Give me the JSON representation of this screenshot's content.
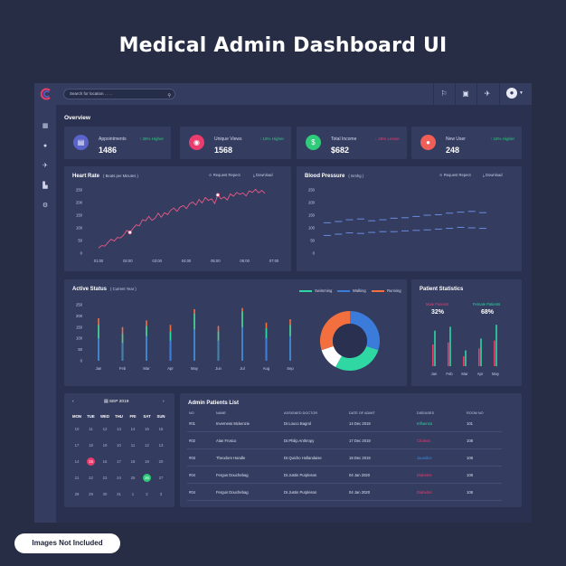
{
  "hero_title": "Medical Admin Dashboard UI",
  "badge": "Images Not Included",
  "search": {
    "placeholder": "Search for location . . . ."
  },
  "topbar_icons": [
    "runner-icon",
    "briefcase-icon",
    "running-icon",
    "user-avatar-icon"
  ],
  "sidebar_icons": [
    "dashboard-icon",
    "user-icon",
    "plane-icon",
    "hospital-icon",
    "gear-icon"
  ],
  "overview_label": "Overview",
  "stats": [
    {
      "label": "Appointments",
      "value": "1486",
      "trend": "35% Higher",
      "trend_dir": "up",
      "color": "#5a63c9",
      "icon": "calendar-icon"
    },
    {
      "label": "Unique Views",
      "value": "1568",
      "trend": "18% Higher",
      "trend_dir": "up",
      "color": "#ea3d6d",
      "icon": "eye-icon"
    },
    {
      "label": "Total Income",
      "value": "$682",
      "trend": "28% Lesser",
      "trend_dir": "down",
      "color": "#2fca7a",
      "icon": "dollar-icon"
    },
    {
      "label": "New User",
      "value": "248",
      "trend": "18% Higher",
      "trend_dir": "up",
      "color": "#f15e57",
      "icon": "user-icon"
    }
  ],
  "heart_rate": {
    "title": "Heart Rate",
    "subtitle": "( Beats per Minutes )",
    "action_request": "Request Repect",
    "action_download": "Download"
  },
  "blood_pressure": {
    "title": "Blood Pressure",
    "subtitle": "( mmhg )",
    "action_request": "Request Repect",
    "action_download": "Download"
  },
  "active_status": {
    "title": "Active Status",
    "subtitle": "( Current Year )",
    "legend": [
      {
        "name": "Swimming",
        "color": "#2fd7a2"
      },
      {
        "name": "Walking",
        "color": "#3b7bd9"
      },
      {
        "name": "Running",
        "color": "#f36f3e"
      }
    ]
  },
  "patient_stats": {
    "title": "Patient Statistics",
    "male_label": "Male Patients",
    "male_value": "32%",
    "female_label": "Female Patients",
    "female_value": "68%"
  },
  "calendar": {
    "month": "SEP 2019",
    "days": [
      "MON",
      "TUE",
      "WED",
      "THU",
      "FRI",
      "SAT",
      "SUN"
    ],
    "dates": [
      "10",
      "11",
      "12",
      "13",
      "14",
      "15",
      "16",
      "17",
      "18",
      "19",
      "10",
      "11",
      "12",
      "13",
      "14",
      "15",
      "16",
      "17",
      "18",
      "19",
      "20",
      "21",
      "22",
      "23",
      "24",
      "25",
      "26",
      "27",
      "28",
      "29",
      "30",
      "31",
      "1",
      "2",
      "3"
    ],
    "highlight_red": "15",
    "highlight_green": "26"
  },
  "patients_table": {
    "title": "Admin Patients List",
    "headers": [
      "NO",
      "NAME",
      "ASSIGNED DOCTOR",
      "DATE OF ADMIT",
      "DISEASES",
      "ROOM NO"
    ],
    "rows": [
      {
        "no": "#01",
        "name": "Inverness Mckenzie",
        "doctor": "Dr.Louco Bagrol",
        "date": "14 Dec 2019",
        "disease": "Influenza",
        "disease_color": "#2fd7a2",
        "room": "101"
      },
      {
        "no": "#02",
        "name": "Alan Frosco",
        "doctor": "Dr.Philip Anthropy",
        "date": "17 Dec 2019",
        "disease": "Cholera",
        "disease_color": "#ea3d6d",
        "room": "108"
      },
      {
        "no": "#03",
        "name": "Theodore Handle",
        "doctor": "Dr.Quicho Hollandaise",
        "date": "18 Dec 2019",
        "disease": "Jaundice",
        "disease_color": "#3b8fe0",
        "room": "108"
      },
      {
        "no": "#04",
        "name": "Fergus Douchebag",
        "doctor": "Dr.Justin Purpleson",
        "date": "04 Jan 2020",
        "disease": "Diabetes",
        "disease_color": "#ea3d6d",
        "room": "108"
      },
      {
        "no": "#04",
        "name": "Fergus Douchebag",
        "doctor": "Dr.Justin Purpleson",
        "date": "04 Jan 2020",
        "disease": "Diabetes",
        "disease_color": "#ea3d6d",
        "room": "108"
      }
    ]
  },
  "chart_data": [
    {
      "type": "line",
      "title": "Heart Rate",
      "subtitle": "( Beats per Minutes )",
      "x_ticks": [
        "01:00",
        "02:00",
        "03:00",
        "04:00",
        "05:00",
        "06:00",
        "07:00"
      ],
      "y_ticks": [
        0,
        50,
        100,
        150,
        200,
        250
      ],
      "ylim": [
        0,
        250
      ],
      "series": [
        {
          "color": "#e85b85",
          "values": [
            20,
            30,
            28,
            42,
            55,
            48,
            62,
            60,
            72,
            90,
            82,
            98,
            112,
            108,
            132,
            128,
            145,
            130,
            138,
            158,
            142,
            160,
            152,
            170,
            178,
            165,
            182,
            188,
            176,
            195,
            202,
            190,
            212,
            198,
            220,
            208,
            215,
            196,
            230,
            214,
            222,
            210,
            234,
            225,
            240,
            232,
            238,
            226,
            246,
            240,
            252,
            238,
            248,
            236
          ]
        }
      ]
    },
    {
      "type": "scatter",
      "title": "Blood Pressure",
      "subtitle": "( mmhg )",
      "y_ticks": [
        0,
        50,
        100,
        150,
        200,
        250
      ],
      "ylim": [
        0,
        250
      ],
      "series": [
        {
          "color": "#6a8de0",
          "values": [
            120,
            125,
            132,
            135,
            128,
            132,
            138,
            140,
            145,
            150,
            152,
            158,
            162,
            165,
            160
          ]
        },
        {
          "color": "#6a8de0",
          "values": [
            70,
            75,
            80,
            78,
            82,
            85,
            85,
            88,
            90,
            92,
            95,
            98,
            102,
            100,
            98
          ]
        }
      ]
    },
    {
      "type": "bar",
      "title": "Active Status",
      "subtitle": "( Current Year )",
      "categories": [
        "Jan",
        "Feb",
        "Mar",
        "Apr",
        "May",
        "Jun",
        "Jul",
        "Aug",
        "Sep"
      ],
      "y_ticks": [
        0,
        50,
        100,
        150,
        200,
        250
      ],
      "ylim": [
        0,
        250
      ],
      "series": [
        {
          "name": "Swimming",
          "color": "#2fd7a2",
          "values": [
            160,
            120,
            155,
            130,
            210,
            130,
            220,
            145,
            160
          ]
        },
        {
          "name": "Walking",
          "color": "#3b7bd9",
          "values": [
            100,
            80,
            110,
            90,
            140,
            90,
            150,
            100,
            110
          ]
        },
        {
          "name": "Running",
          "color": "#f36f3e",
          "values": [
            190,
            150,
            180,
            160,
            230,
            155,
            235,
            170,
            185
          ]
        }
      ]
    },
    {
      "type": "pie",
      "slices": [
        {
          "value": 30,
          "color": "#3b7bd9"
        },
        {
          "value": 28,
          "color": "#2fd7a2"
        },
        {
          "value": 12,
          "color": "#ffffff"
        },
        {
          "value": 30,
          "color": "#f36f3e"
        }
      ]
    },
    {
      "type": "bar",
      "title": "Patient Statistics",
      "categories": [
        "Jan",
        "Feb",
        "Mar",
        "Apr",
        "May"
      ],
      "series": [
        {
          "name": "Male Patients",
          "color": "#ea3d6d",
          "values": [
            55,
            60,
            25,
            45,
            65
          ]
        },
        {
          "name": "Female Patients",
          "color": "#2fd7a2",
          "values": [
            90,
            100,
            40,
            70,
            105
          ]
        }
      ]
    }
  ]
}
